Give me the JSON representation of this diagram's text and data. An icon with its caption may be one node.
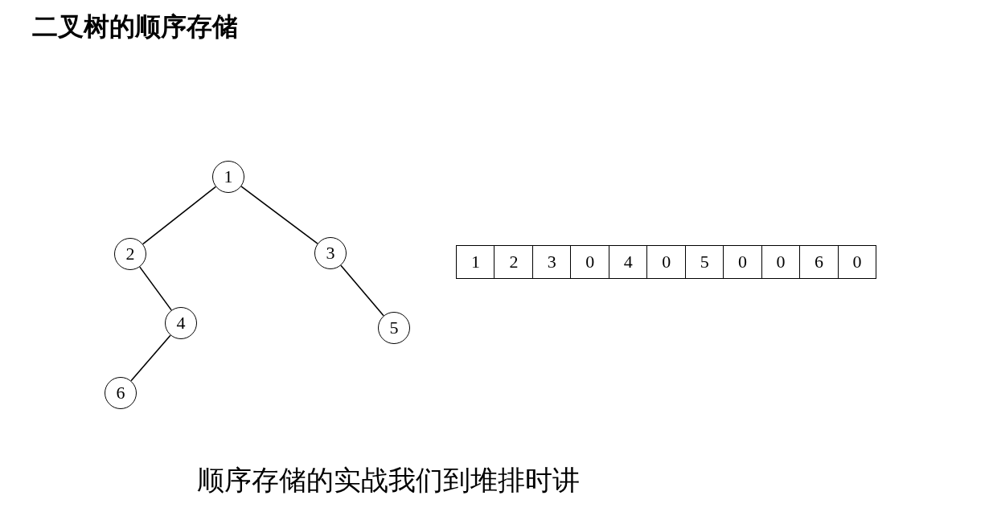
{
  "diagram": {
    "title": "二叉树的顺序存储",
    "nodes": [
      {
        "text": [
          "1"
        ]
      },
      {
        "text": [
          "2"
        ]
      },
      {
        "text": [
          "3"
        ]
      },
      {
        "text": [
          "4"
        ]
      },
      {
        "text": [
          "5"
        ]
      },
      {
        "text": [
          "6"
        ]
      },
      {
        "text": [
          "1"
        ]
      },
      {
        "text": [
          "2"
        ]
      },
      {
        "text": [
          "3"
        ]
      },
      {
        "text": [
          "0"
        ]
      },
      {
        "text": [
          "4"
        ]
      },
      {
        "text": [
          "0"
        ]
      },
      {
        "text": [
          "5"
        ]
      },
      {
        "text": [
          "0"
        ]
      },
      {
        "text": [
          "0"
        ]
      },
      {
        "text": [
          "6"
        ]
      },
      {
        "text": [
          "0"
        ]
      }
    ],
    "edges": [
      {
        "from": 0,
        "to": 1,
        "arrow": "none"
      },
      {
        "from": 0,
        "to": 2,
        "arrow": "none"
      },
      {
        "from": 1,
        "to": 3,
        "arrow": "none"
      },
      {
        "from": 2,
        "to": 4,
        "arrow": "none"
      },
      {
        "from": 3,
        "to": 5,
        "arrow": "none"
      }
    ],
    "labels": [
      "顺序存储的实战我们到堆排时讲"
    ]
  }
}
